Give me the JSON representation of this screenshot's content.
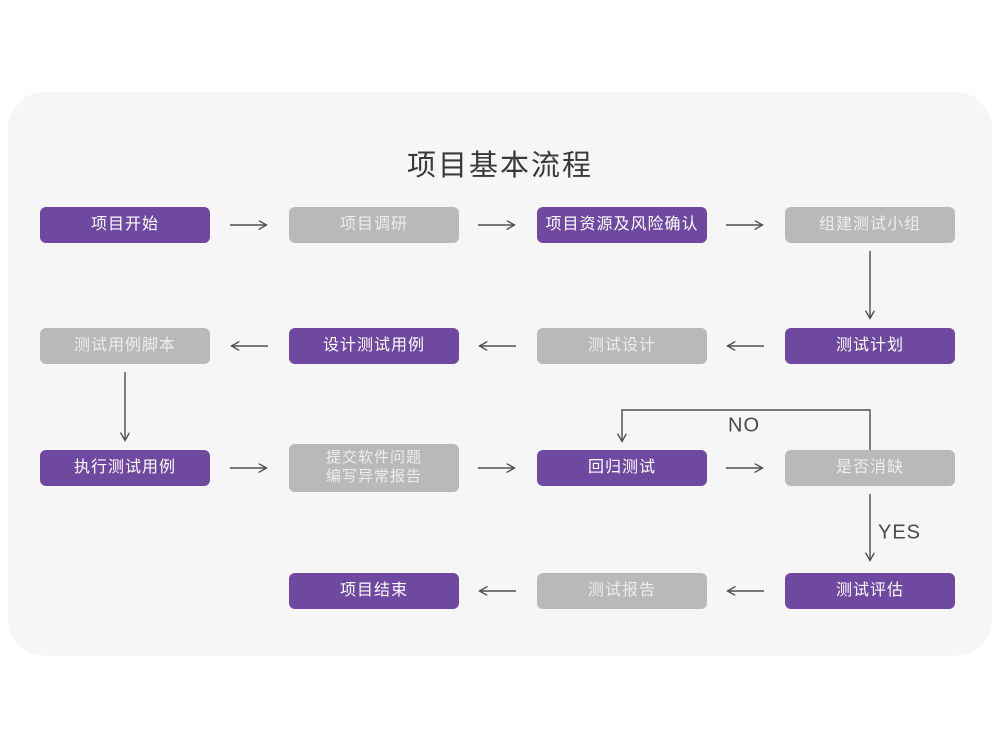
{
  "title": "项目基本流程",
  "colors": {
    "purple": "#6f48a0",
    "gray": "#b9b9b9",
    "card_bg": "#f6f6f6",
    "page_bg": "#ffffff",
    "arrow": "#4f4f4f",
    "title_color": "#3a3a3a",
    "box_text_purple": "#ffffff",
    "box_text_gray": "#ededed",
    "label_color": "#4a4a4a"
  },
  "edge_labels": {
    "no": "NO",
    "yes": "YES"
  },
  "nodes": [
    {
      "label": "项目开始",
      "variant": "purple"
    },
    {
      "label": "项目调研",
      "variant": "gray"
    },
    {
      "label": "项目资源及风险确认",
      "variant": "purple"
    },
    {
      "label": "组建测试小组",
      "variant": "gray"
    },
    {
      "label": "测试计划",
      "variant": "purple"
    },
    {
      "label": "测试设计",
      "variant": "gray"
    },
    {
      "label": "设计测试用例",
      "variant": "purple"
    },
    {
      "label": "测试用例脚本",
      "variant": "gray"
    },
    {
      "label": "执行测试用例",
      "variant": "purple"
    },
    {
      "label": "提交软件问题\n编写异常报告",
      "variant": "gray"
    },
    {
      "label": "回归测试",
      "variant": "purple"
    },
    {
      "label": "是否消缺",
      "variant": "gray"
    },
    {
      "label": "测试评估",
      "variant": "purple"
    },
    {
      "label": "测试报告",
      "variant": "gray"
    },
    {
      "label": "项目结束",
      "variant": "purple"
    }
  ]
}
